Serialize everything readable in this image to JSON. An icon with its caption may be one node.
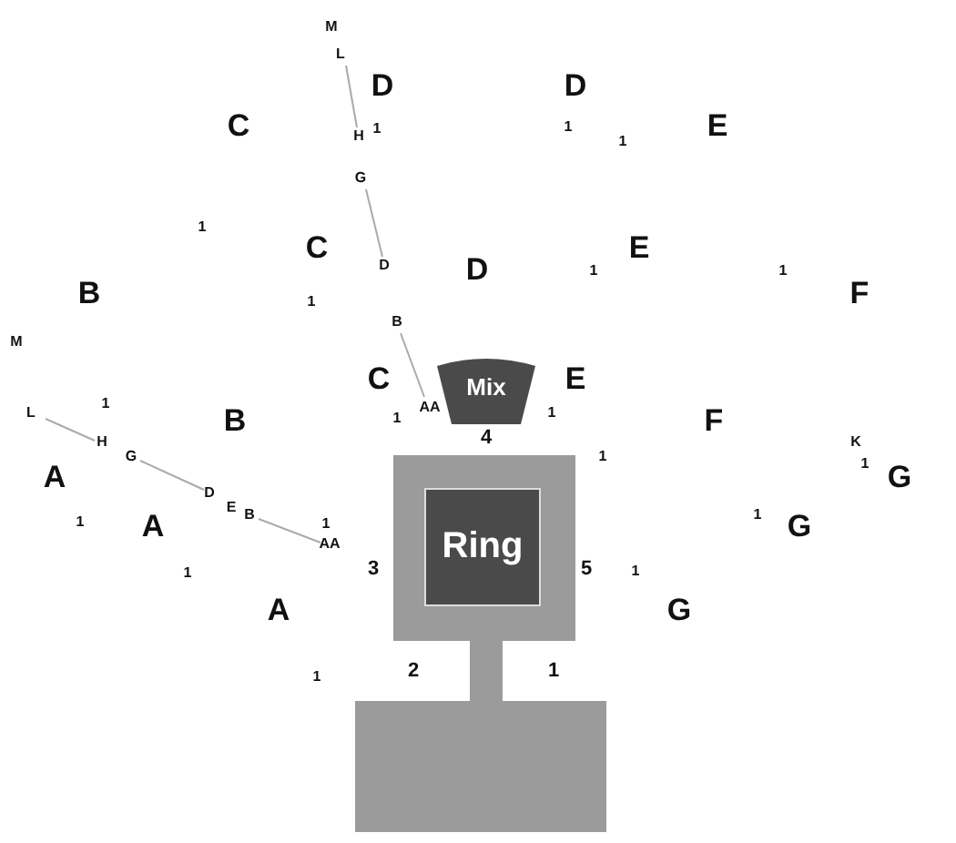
{
  "diagram": {
    "nodes": [
      {
        "text": [
          "Mix"
        ]
      },
      {
        "text": [],
        "shape": "box"
      },
      {
        "text": [
          "Ring"
        ],
        "in": 1
      }
    ],
    "edges": [],
    "labels": [
      "M",
      "L",
      "D",
      "D",
      "C",
      "E",
      "1",
      "1",
      "H",
      "1",
      "G",
      "1",
      "C",
      "E",
      "D",
      "D",
      "1",
      "1",
      "B",
      "F",
      "1",
      "B",
      "M",
      "C",
      "E",
      "1",
      "AA",
      "L",
      "1",
      "1",
      "B",
      "F",
      "4",
      "H",
      "K",
      "G",
      "1",
      "1",
      "A",
      "G",
      "D",
      "E",
      "B",
      "1",
      "1",
      "1",
      "A",
      "G",
      "AA",
      "3",
      "5",
      "1",
      "1",
      "A",
      "G",
      "2",
      "1",
      "1"
    ]
  }
}
